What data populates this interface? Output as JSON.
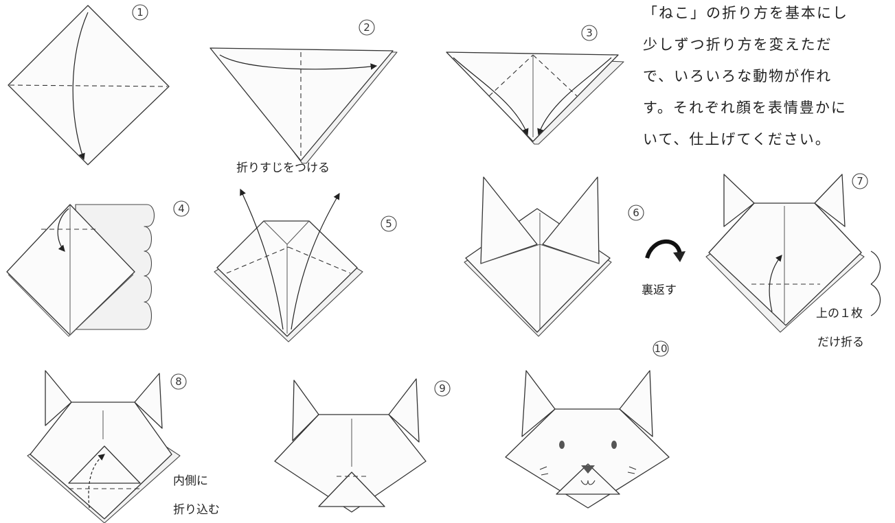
{
  "intro_lines": [
    "「ねこ」の折り方を基本にし",
    "少しずつ折り方を変えただ",
    "で、いろいろな動物が作れ",
    "す。それぞれ顔を表情豊かに",
    "いて、仕上げてください。"
  ],
  "step_numbers": [
    "1",
    "2",
    "3",
    "4",
    "5",
    "6",
    "7",
    "8",
    "9",
    "10"
  ],
  "labels": {
    "crease": "折りすじをつける",
    "flip": "裏返す",
    "top_one_line1": "上の１枚",
    "top_one_line2": "だけ折る",
    "tuck_line1": "内側に",
    "tuck_line2": "折り込む"
  }
}
